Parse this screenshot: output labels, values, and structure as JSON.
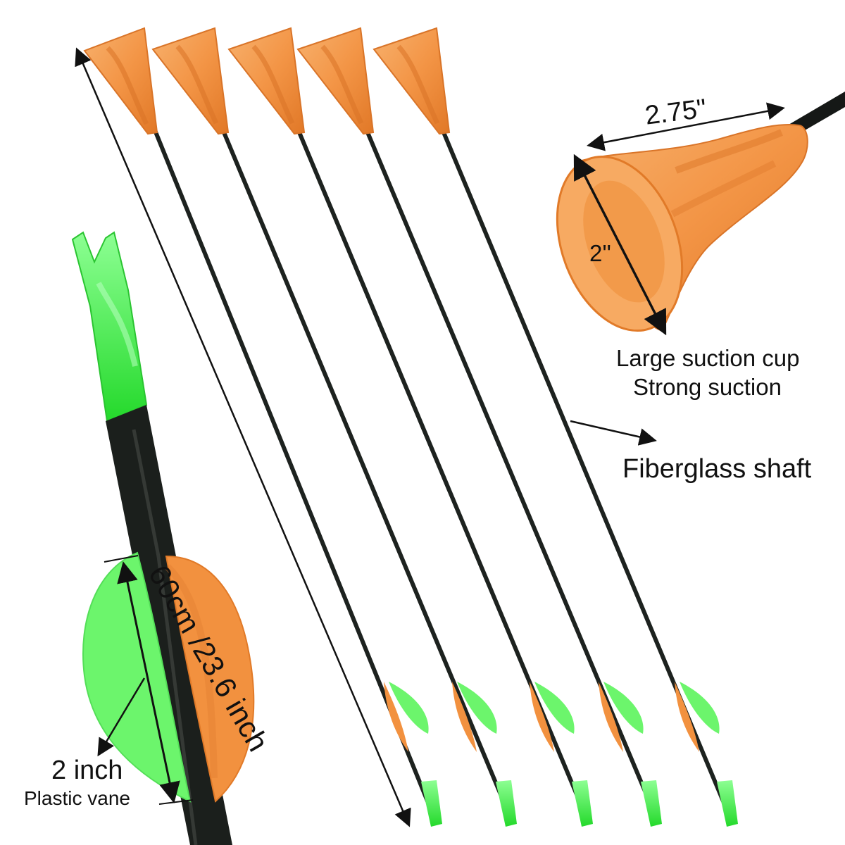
{
  "product": {
    "arrow_count": 6,
    "colors": {
      "shaft": "#1b1f1c",
      "suction_cup": "#f39546",
      "suction_cup_shadow": "#e17827",
      "vane_orange": "#f2913f",
      "vane_green": "#6cf56c",
      "nock_green": "#43ed46"
    }
  },
  "labels": {
    "length": "60cm /23.6 inch",
    "cup_width": "2.75\"",
    "cup_depth": "2''",
    "cup_title": "Large suction cup",
    "cup_subtitle": "Strong suction",
    "shaft": "Fiberglass shaft",
    "vane_size": "2 inch",
    "vane_type": "Plastic vane"
  },
  "icons": {
    "pointer": "arrowhead-icon"
  }
}
